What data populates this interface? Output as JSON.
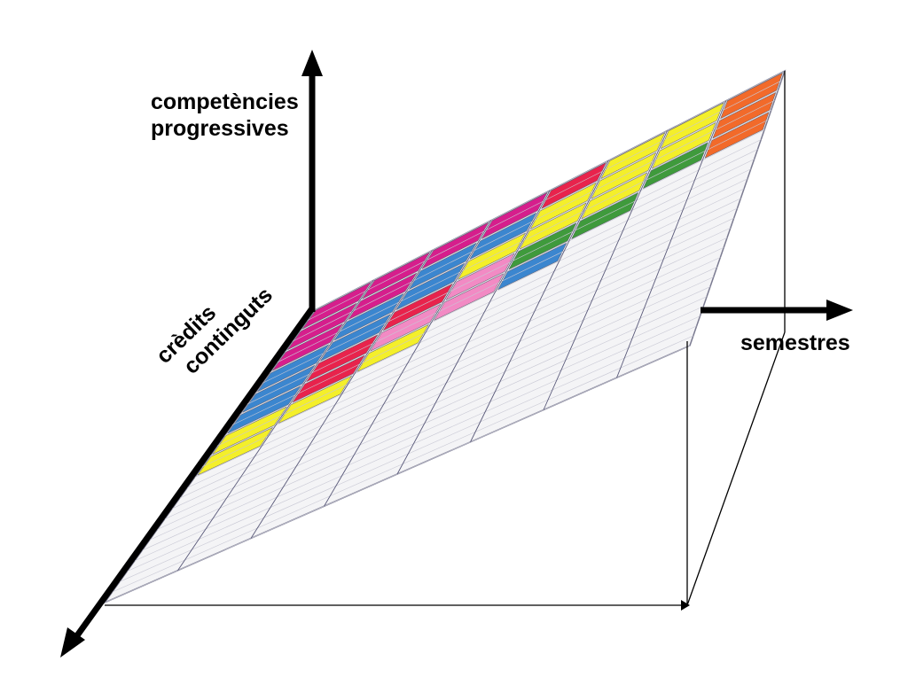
{
  "axes": {
    "vertical": {
      "line1": "competències",
      "line2": "progressives"
    },
    "horizontal": {
      "label": "semestres"
    },
    "depth": {
      "line1": "crèdits",
      "line2": "continguts"
    }
  },
  "colors": {
    "magenta": "#d61e8c",
    "blue": "#3b86cf",
    "yellow": "#f4ef2a",
    "pink": "#f28ac4",
    "green": "#3f9a3c",
    "orange": "#f26a2a",
    "red": "#e8234c",
    "grid": "#c8c8d4",
    "axis": "#000000"
  }
}
